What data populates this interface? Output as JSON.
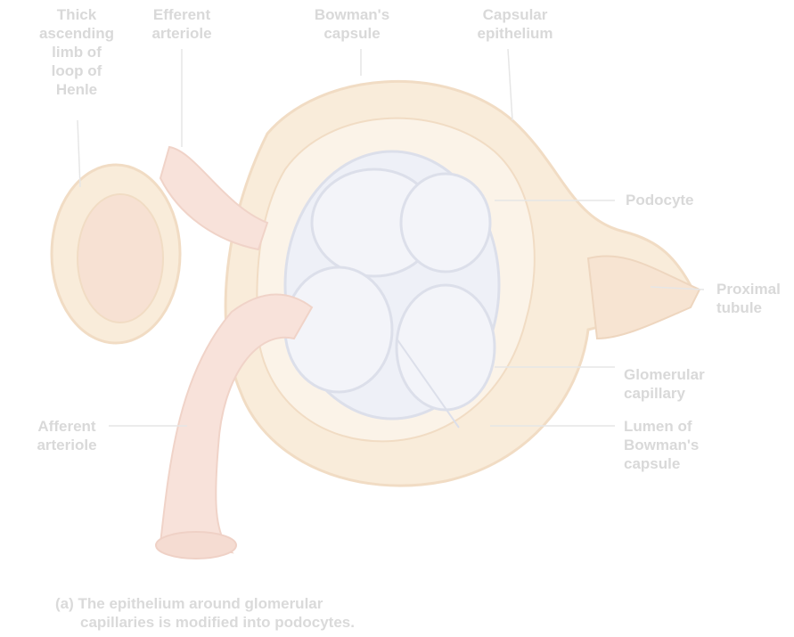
{
  "labels": {
    "thick_ascending_limb": [
      "Thick",
      "ascending",
      "limb of",
      "loop of",
      "Henle"
    ],
    "efferent_arteriole": [
      "Efferent",
      "arteriole"
    ],
    "bowmans_capsule": [
      "Bowman's",
      "capsule"
    ],
    "capsular_epithelium": [
      "Capsular",
      "epithelium"
    ],
    "podocyte": [
      "Podocyte"
    ],
    "proximal_tubule": [
      "Proximal",
      "tubule"
    ],
    "glomerular_capillary": [
      "Glomerular",
      "capillary"
    ],
    "lumen_of_bowmans_capsule": [
      "Lumen of",
      "Bowman's",
      "capsule"
    ],
    "afferent_arteriole": [
      "Afferent",
      "arteriole"
    ]
  },
  "caption": [
    "(a) The epithelium around glomerular",
    "capillaries is modified into podocytes."
  ],
  "colors": {
    "label_text": "#d9d9d9",
    "leader_line": "#e6e6e6",
    "capsule_fill": "#f9ecda",
    "capsule_stroke": "#f1dcc4",
    "vessel_fill": "#f8e2da",
    "glomerulus_fill": "#eef0f7",
    "glomerulus_stroke": "#dcdfea"
  }
}
